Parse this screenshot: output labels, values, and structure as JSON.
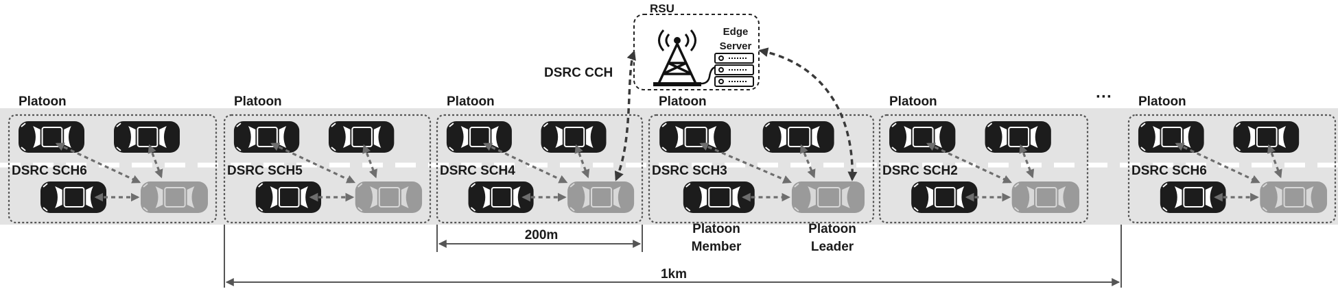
{
  "rsu": {
    "label": "RSU",
    "edge_server_line1": "Edge",
    "edge_server_line2": "Server"
  },
  "cch_label": "DSRC CCH",
  "ellipsis": "···",
  "platoons": [
    {
      "title": "Platoon",
      "channel": "DSRC SCH6"
    },
    {
      "title": "Platoon",
      "channel": "DSRC SCH5"
    },
    {
      "title": "Platoon",
      "channel": "DSRC SCH4"
    },
    {
      "title": "Platoon",
      "channel": "DSRC SCH3"
    },
    {
      "title": "Platoon",
      "channel": "DSRC SCH2"
    },
    {
      "title": "Platoon",
      "channel": "DSRC SCH6"
    }
  ],
  "legend": {
    "member_line1": "Platoon",
    "member_line2": "Member",
    "leader_line1": "Platoon",
    "leader_line2": "Leader"
  },
  "dimensions": {
    "short": "200m",
    "long": "1km"
  },
  "colors": {
    "road": "#e3e3e3",
    "lane_marking": "#ffffff",
    "member_car": "#1c1c1c",
    "leader_car": "#9a9a9a",
    "arrow": "#6e6e6e",
    "dark_arrow": "#3a3a3a"
  }
}
